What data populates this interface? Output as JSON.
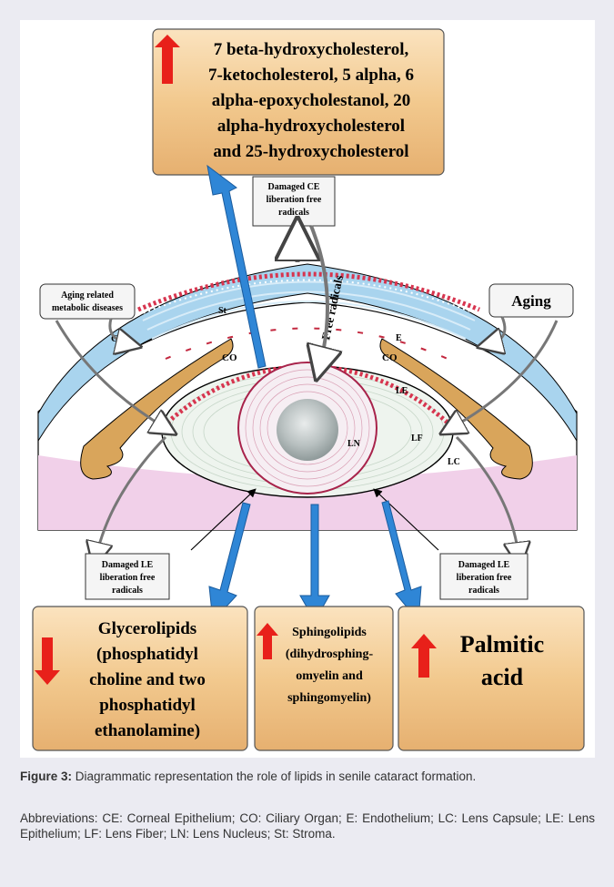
{
  "top_box": {
    "lines": [
      "7 beta-hydroxycholesterol,",
      "7-ketocholesterol, 5 alpha, 6",
      "alpha-epoxycholestanol, 20",
      "alpha-hydroxycholesterol",
      "and 25-hydroxycholesterol"
    ],
    "trend": "up"
  },
  "callouts": {
    "damaged_ce": [
      "Damaged CE",
      "liberation free",
      "radicals"
    ],
    "aging_related": [
      "Aging related",
      "metabolic diseases"
    ],
    "aging": "Aging",
    "damaged_le_left": [
      "Damaged LE",
      "liberation free",
      "radicals"
    ],
    "damaged_le_right": [
      "Damaged LE",
      "liberation free",
      "radicals"
    ]
  },
  "labels": {
    "free_radicals": "Free radicals",
    "ce": "CE",
    "st": "St",
    "e": "E",
    "co_left": "CO",
    "co_right": "CO",
    "le": "LE",
    "ln": "LN",
    "lf": "LF",
    "lc": "LC"
  },
  "bottom_boxes": [
    {
      "lines": [
        "Glycerolipids",
        "(phosphatidyl",
        "choline and two",
        "phosphatidyl",
        "ethanolamine)"
      ],
      "trend": "down"
    },
    {
      "lines": [
        "Sphingolipids",
        "(dihydrosphing-",
        "omyelin and",
        "sphingomyelin)"
      ],
      "trend": "up"
    },
    {
      "lines": [
        "Palmitic",
        "acid"
      ],
      "trend": "up"
    }
  ],
  "colors": {
    "box_fill": "#f3c98d",
    "up_arrow": "#e8201a",
    "blue_arrow": "#2f86d6",
    "lens_fill": "#eef4ee",
    "cornea_blue": "#a9d4ee",
    "tissue_pink": "#f1d0e9",
    "ciliary": "#d9a55b"
  },
  "caption": {
    "label": "Figure 3:",
    "text": " Diagrammatic representation the role of lipids in senile cataract formation.",
    "abbreviations": "Abbreviations: CE: Corneal Epithelium; CO: Ciliary Organ; E: Endothelium; LC: Lens Capsule; LE: Lens Epithelium; LF: Lens Fiber; LN: Lens Nucleus; St: Stroma."
  }
}
